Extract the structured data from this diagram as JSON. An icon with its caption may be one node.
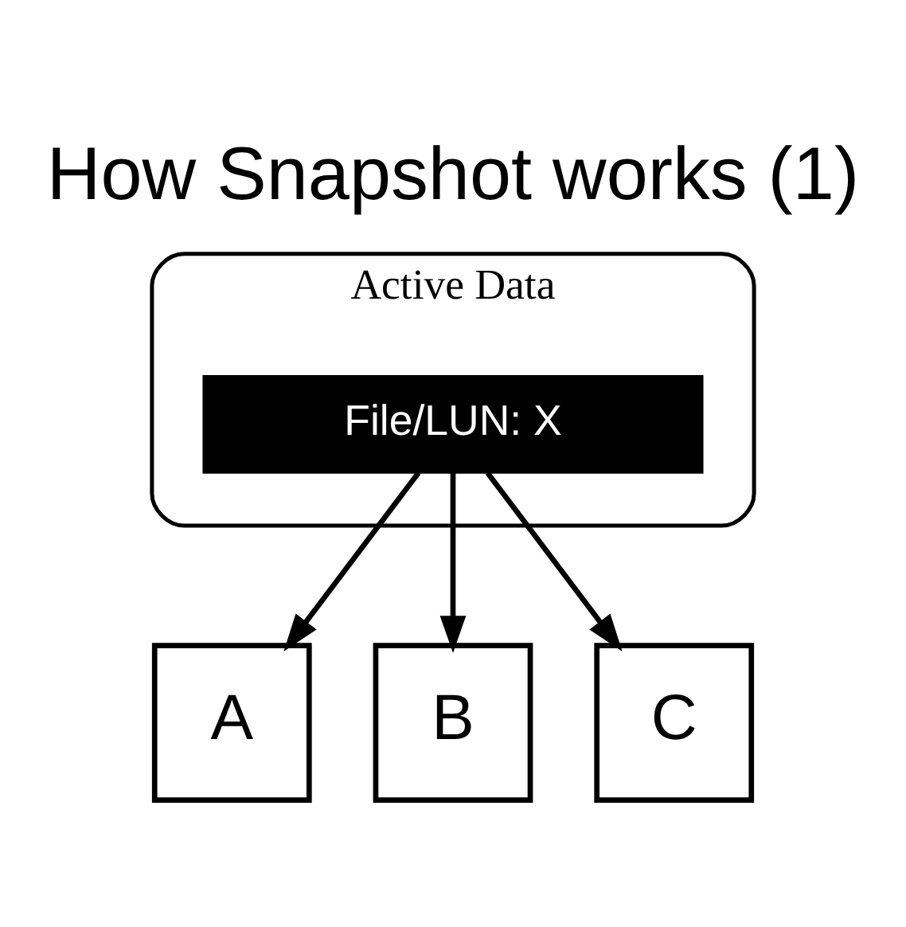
{
  "diagram": {
    "title": "How Snapshot works (1)",
    "nodes": [
      {
        "text": [
          "Active Data"
        ]
      },
      {
        "text": [
          "File/LUN: X"
        ],
        "in": 0
      },
      {
        "text": [
          "A"
        ]
      },
      {
        "text": [
          "B"
        ]
      },
      {
        "text": [
          "C"
        ]
      }
    ],
    "edges": [
      {
        "from": 1,
        "to": 2,
        "arrow": "to"
      },
      {
        "from": 1,
        "to": 3,
        "arrow": "to"
      },
      {
        "from": 1,
        "to": 4,
        "arrow": "to"
      }
    ]
  }
}
